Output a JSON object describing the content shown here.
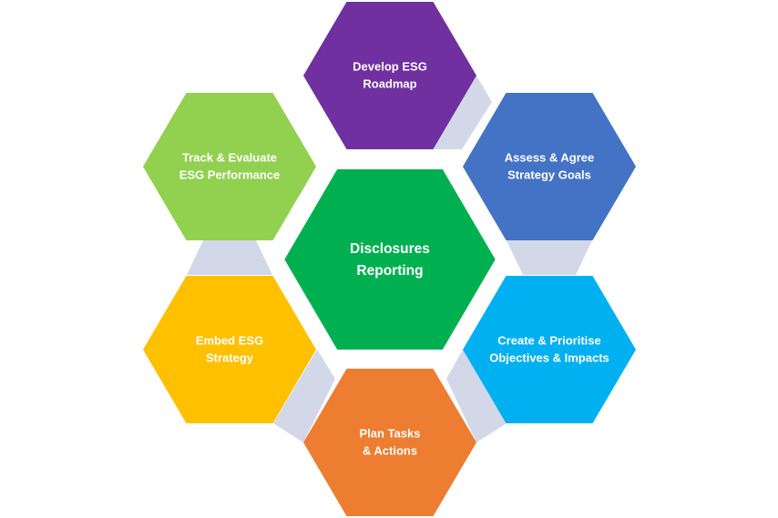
{
  "diagram": {
    "center": {
      "lines": [
        "Disclosures",
        "Reporting"
      ],
      "color": "#00B050"
    },
    "steps": [
      {
        "id": "develop-roadmap",
        "lines": [
          "Develop ESG",
          "Roadmap"
        ],
        "color": "#7030A0"
      },
      {
        "id": "assess-goals",
        "lines": [
          "Assess & Agree",
          "Strategy Goals"
        ],
        "color": "#4472C4"
      },
      {
        "id": "create-objectives",
        "lines": [
          "Create & Prioritise",
          "Objectives & Impacts"
        ],
        "color": "#00B0F0"
      },
      {
        "id": "plan-tasks",
        "lines": [
          "Plan Tasks",
          "& Actions"
        ],
        "color": "#ED7D31"
      },
      {
        "id": "embed-strategy",
        "lines": [
          "Embed ESG",
          "Strategy"
        ],
        "color": "#FFC000"
      },
      {
        "id": "track-evaluate",
        "lines": [
          "Track & Evaluate",
          "ESG Performance"
        ],
        "color": "#92D050"
      }
    ],
    "connector_color": "#D3D8E8"
  }
}
